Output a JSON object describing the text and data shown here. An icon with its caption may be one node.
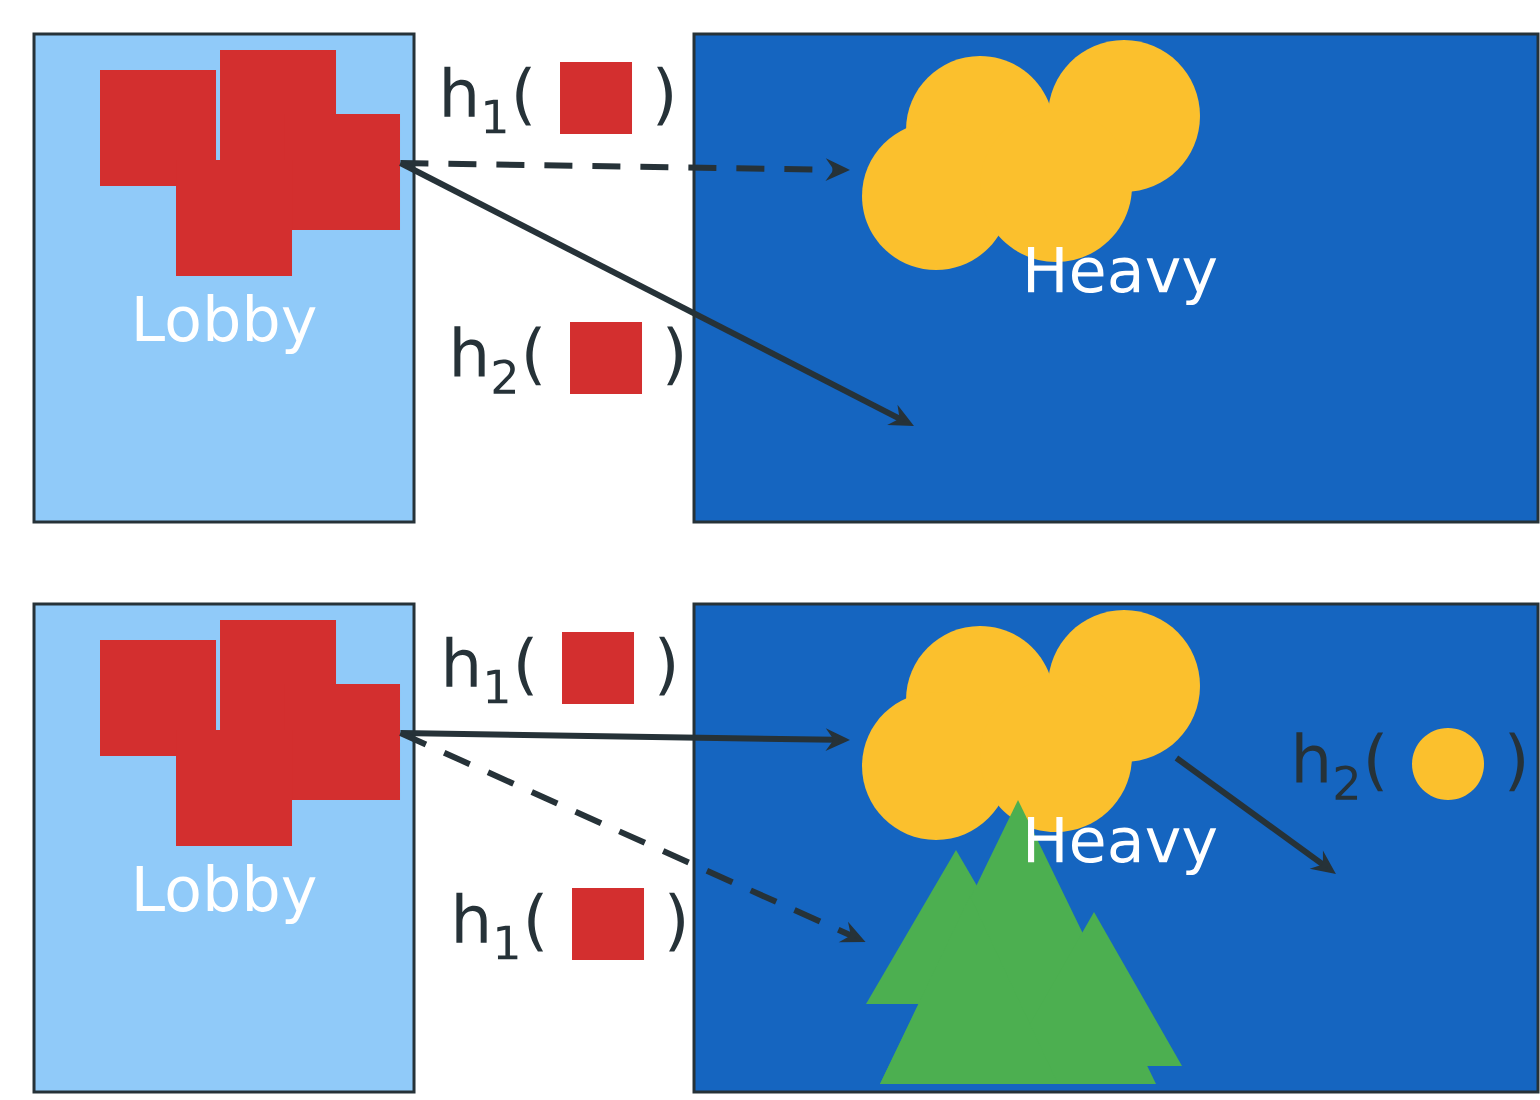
{
  "diagram": {
    "nodes": [
      {
        "text": [
          "Lobby"
        ]
      },
      {
        "text": [],
        "shape": "picture",
        "in": 0
      },
      {
        "text": [
          "Heavy"
        ]
      },
      {
        "text": [],
        "shape": "picture",
        "in": 2
      },
      {
        "text": [
          "Lobby"
        ]
      },
      {
        "text": [],
        "shape": "picture",
        "in": 4
      },
      {
        "text": [
          "Heavy"
        ]
      },
      {
        "text": [],
        "shape": "picture",
        "in": 6
      },
      {
        "text": [],
        "shape": "picture",
        "in": 6
      }
    ],
    "edges": [
      {
        "from": 1,
        "to": 3,
        "arrow": "to",
        "style": "dashed",
        "label": "h$_{1}$( )"
      },
      {
        "from": 1,
        "to": 2,
        "arrow": "to",
        "label": "h$_{2}$( )"
      },
      {
        "from": 5,
        "to": 7,
        "arrow": "to",
        "label": "h$_{1}$( )"
      },
      {
        "from": 5,
        "to": 8,
        "arrow": "to",
        "style": "dashed",
        "label": "h$_{1}$( )"
      },
      {
        "from": 7,
        "to": null,
        "arrow": "to",
        "label": "h$_{2}$( )"
      }
    ]
  }
}
